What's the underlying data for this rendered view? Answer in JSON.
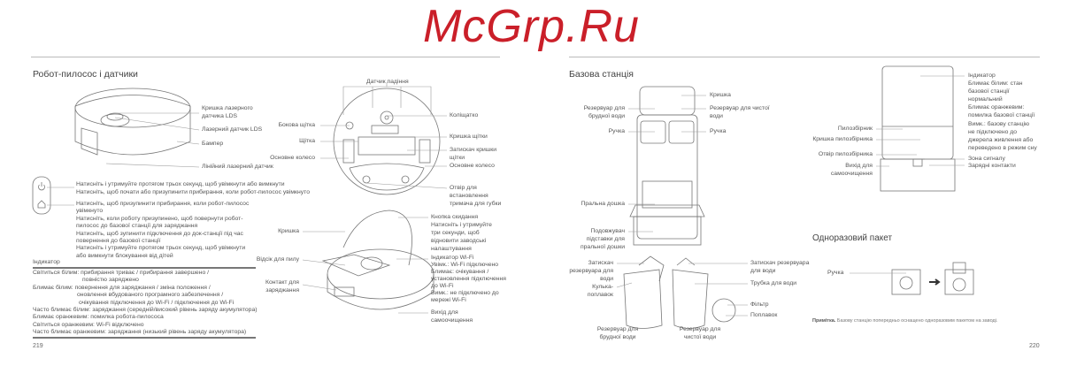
{
  "left_page": {
    "title": "Робот-пилосос і датчики",
    "top_view": {
      "lds_cover_1": "Кришка лазерного",
      "lds_cover_2": "датчика LDS",
      "lds": "Лазерний датчик LDS",
      "bumper": "Бампер",
      "line_laser": "Лінійний лазерний датчик"
    },
    "buttons": {
      "power": [
        "Натисніть і утримуйте протягом трьох секунд, щоб увімкнути або вимкнути",
        "Натисніть, щоб почати або призупинити прибирання, коли робот-пилосос увімкнуто"
      ],
      "home": [
        "Натисніть, щоб призупинити прибирання, коли робот-пилосос",
        "увімкнуто",
        "Натисніть, коли роботу призупинено, щоб повернути робот-",
        "пилосос до базової станції для заряджання",
        "Натисніть, щоб зупинити підключення до док-станції під час",
        "повернення до базової станції",
        "Натисніть і утримуйте протягом трьох секунд, щоб увімкнути",
        "або вимкнути блокування від дітей"
      ]
    },
    "indicator": {
      "heading": "Індикатор",
      "lines": [
        "Світиться білим: прибирання триває / прибирання завершено /",
        "повністю заряджено",
        "Блимає білим: повернення для заряджання / зміна положення /",
        "оновлення вбудованого програмного забезпечення /",
        "очікування підключення до Wi-Fi / підключення до Wi-Fi",
        "Часто блимає білим: заряджання (середній/високий рівень заряду акумулятора)",
        "Блимає оранжевим: помилка робота-пилососа",
        "Світиться оранжевим: Wi-Fi відключено",
        "Часто блимає оранжевим: заряджання (низький рівень заряду акумулятора)"
      ]
    },
    "bottom_view": {
      "cliff": "Датчик падіння",
      "side_brush": "Бокова щітка",
      "brush": "Щітка",
      "main_wheel_l": "Основне колесо",
      "caster": "Коліщатко",
      "brush_cover": "Кришка щітки",
      "brush_clip": [
        "Затискач кришки",
        "щітки"
      ],
      "main_wheel_r": "Основне колесо",
      "mop_holes": [
        "Отвір для",
        "встановлення",
        "тримача для губки"
      ]
    },
    "iso_view": {
      "lid": "Кришка",
      "dustbin": "Відсік для пилу",
      "contacts": [
        "Контакт для",
        "заряджання"
      ],
      "reset": [
        "Кнопка скидання",
        "Натисніть і утримуйте",
        "три секунди, щоб",
        "відновити заводські",
        "налаштування"
      ],
      "wifi": [
        "Індикатор Wi-Fi",
        "Увімк.: Wi-Fi підключено",
        "Блимає: очікування /",
        "установлення підключення",
        "до Wi-Fi",
        "Вимк.: не підключено до",
        "мережі Wi-Fi"
      ],
      "self_clean": [
        "Вихід для",
        "самоочищення"
      ]
    },
    "page_number": "219"
  },
  "right_page": {
    "title": "Базова станція",
    "front": {
      "lid": "Кришка",
      "clean_tank": [
        "Резервуар для чистої",
        "води"
      ],
      "dirty_tank": [
        "Резервуар для",
        "брудної води"
      ],
      "handle_l": "Ручка",
      "handle_r": "Ручка",
      "wash_board": "Пральна дошка",
      "extender": [
        "Подовжувач",
        "підставки для",
        "пральної дошки"
      ]
    },
    "tanks": {
      "clip_l": [
        "Затискач",
        "резервуара для",
        "води"
      ],
      "float_ball": [
        "Кулька-",
        "поплавок"
      ],
      "clip_r": [
        "Затискач резервуара",
        "для води"
      ],
      "pipe": "Трубка для води",
      "filter": "Фільтр",
      "float": "Поплавок",
      "dirty_caption": [
        "Резервуар для",
        "брудної води"
      ],
      "clean_caption": [
        "Резервуар для",
        "чистої води"
      ]
    },
    "dust_station": {
      "indicator": [
        "Індикатор",
        "Блимає білим: стан",
        "базової станції",
        "нормальний",
        "Блимає оранжевим:",
        "помилка базової станції",
        "Вимк.: базову станцію",
        "не підключено до",
        "джерела живлення або",
        "переведено в режим сну"
      ],
      "dust_bin": "Пилозбірник",
      "dust_lid": "Кришка пилозбірника",
      "dust_hole": "Отвір пилозбірника",
      "self_clean": [
        "Вихід для",
        "самоочищення"
      ],
      "signal": "Зона сигналу",
      "contacts": "Зарядні контакти"
    },
    "bag": {
      "title": "Одноразовий пакет",
      "handle": "Ручка"
    },
    "note": {
      "label": "Примітка.",
      "text": " Базову станцію попередньо оснащено одноразовим пакетом на заводі."
    },
    "page_number": "220"
  },
  "watermark": "McGrp.Ru"
}
